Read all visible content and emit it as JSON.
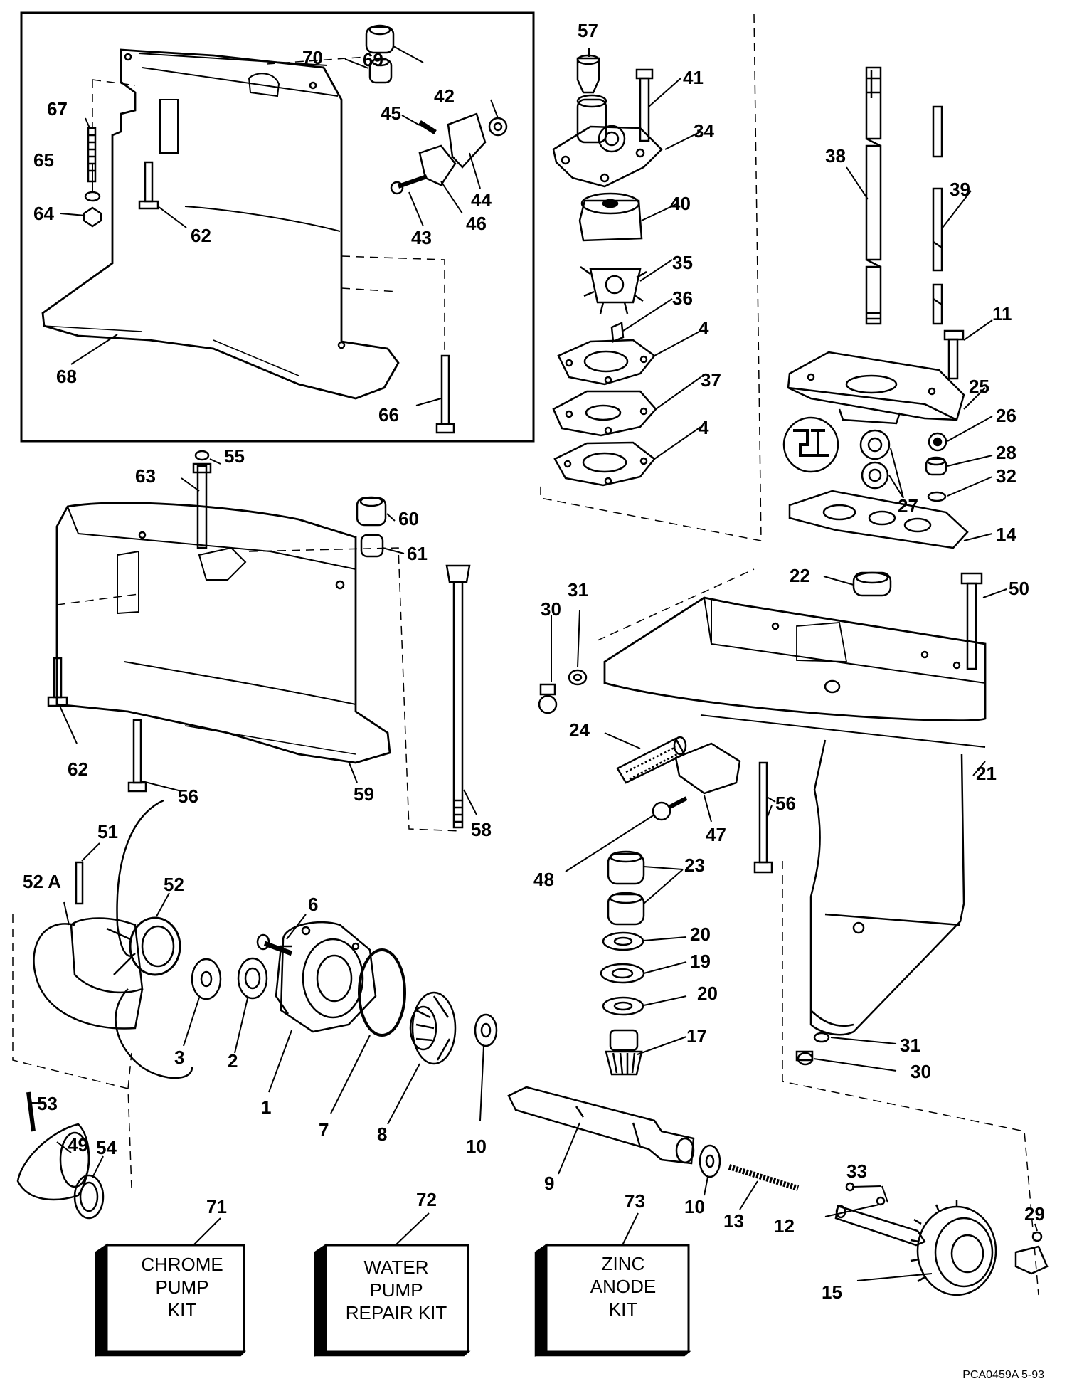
{
  "callouts": {
    "n1": "1",
    "n2": "2",
    "n3": "3",
    "n4a": "4",
    "n4b": "4",
    "n6": "6",
    "n7": "7",
    "n8": "8",
    "n9": "9",
    "n10a": "10",
    "n10b": "10",
    "n11": "11",
    "n12": "12",
    "n13": "13",
    "n14": "14",
    "n15": "15",
    "n17": "17",
    "n19": "19",
    "n20a": "20",
    "n20b": "20",
    "n21": "21",
    "n22": "22",
    "n23": "23",
    "n24": "24",
    "n25": "25",
    "n26": "26",
    "n27": "27",
    "n28": "28",
    "n29": "29",
    "n30a": "30",
    "n30b": "30",
    "n31a": "31",
    "n31b": "31",
    "n32": "32",
    "n33": "33",
    "n34": "34",
    "n35": "35",
    "n36": "36",
    "n37": "37",
    "n38": "38",
    "n39": "39",
    "n40": "40",
    "n41": "41",
    "n42": "42",
    "n43": "43",
    "n44": "44",
    "n45": "45",
    "n46": "46",
    "n47": "47",
    "n48": "48",
    "n49": "49",
    "n50": "50",
    "n51": "51",
    "n52": "52",
    "n52a": "52 A",
    "n53": "53",
    "n54": "54",
    "n55": "55",
    "n56a": "56",
    "n56b": "56",
    "n57": "57",
    "n58": "58",
    "n59": "59",
    "n60": "60",
    "n61": "61",
    "n62a": "62",
    "n62b": "62",
    "n63": "63",
    "n64": "64",
    "n65": "65",
    "n66": "66",
    "n67": "67",
    "n68": "68",
    "n69": "69",
    "n70": "70",
    "n71": "71",
    "n72": "72",
    "n73": "73"
  },
  "kits": {
    "chrome": [
      "CHROME",
      "PUMP",
      "KIT"
    ],
    "water": [
      "WATER",
      "PUMP",
      "REPAIR KIT"
    ],
    "zinc": [
      "ZINC",
      "ANODE",
      "KIT"
    ]
  },
  "reference": "PCA0459A   5-93"
}
